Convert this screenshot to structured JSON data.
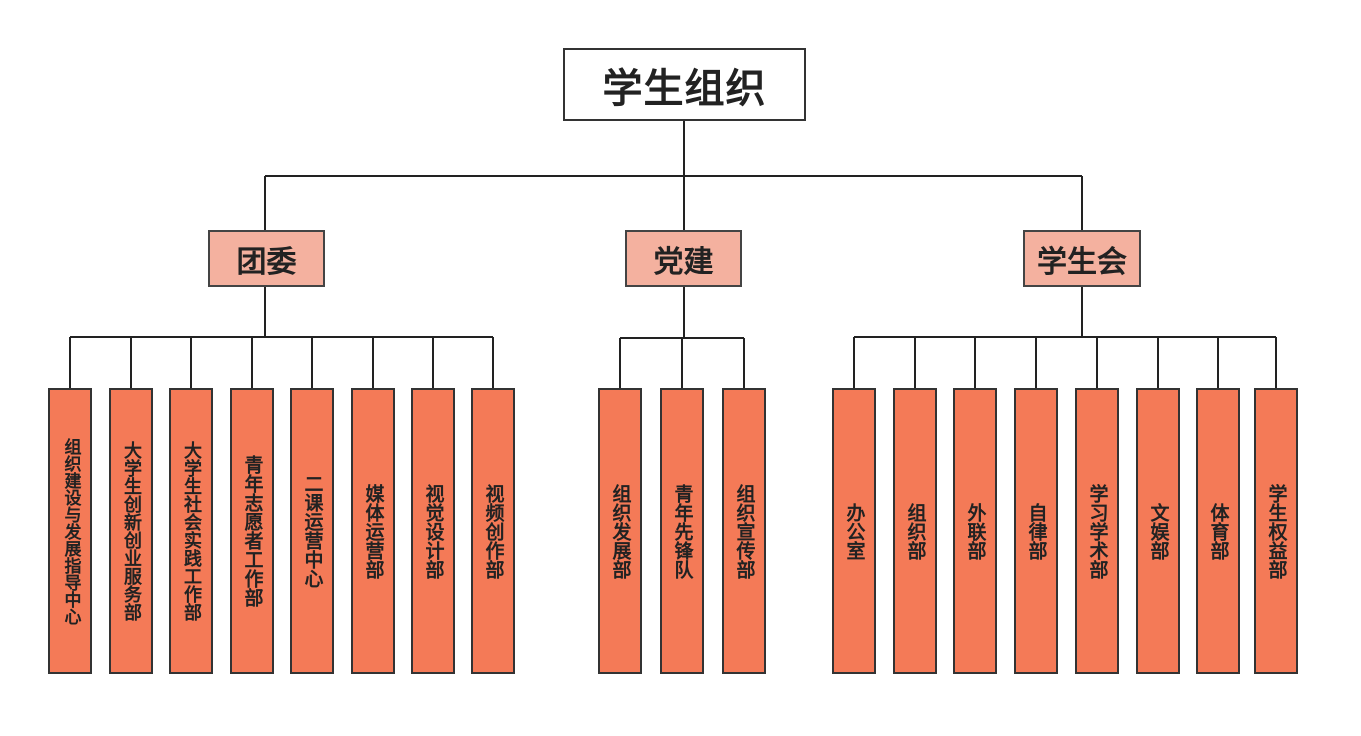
{
  "root": {
    "label": "学生组织"
  },
  "branches": [
    {
      "label": "团委",
      "children": [
        "组织建设与发展指导中心",
        "大学生创新创业服务部",
        "大学生社会实践工作部",
        "青年志愿者工作部",
        "二课运营中心",
        "媒体运营部",
        "视觉设计部",
        "视频创作部"
      ]
    },
    {
      "label": "党建",
      "children": [
        "组织发展部",
        "青年先锋队",
        "组织宣传部"
      ]
    },
    {
      "label": "学生会",
      "children": [
        "办公室",
        "组织部",
        "外联部",
        "自律部",
        "学习学术部",
        "文娱部",
        "体育部",
        "学生权益部"
      ]
    }
  ],
  "colors": {
    "branch_fill": "#f4b19f",
    "leaf_fill": "#f47a57",
    "line": "#222222"
  }
}
